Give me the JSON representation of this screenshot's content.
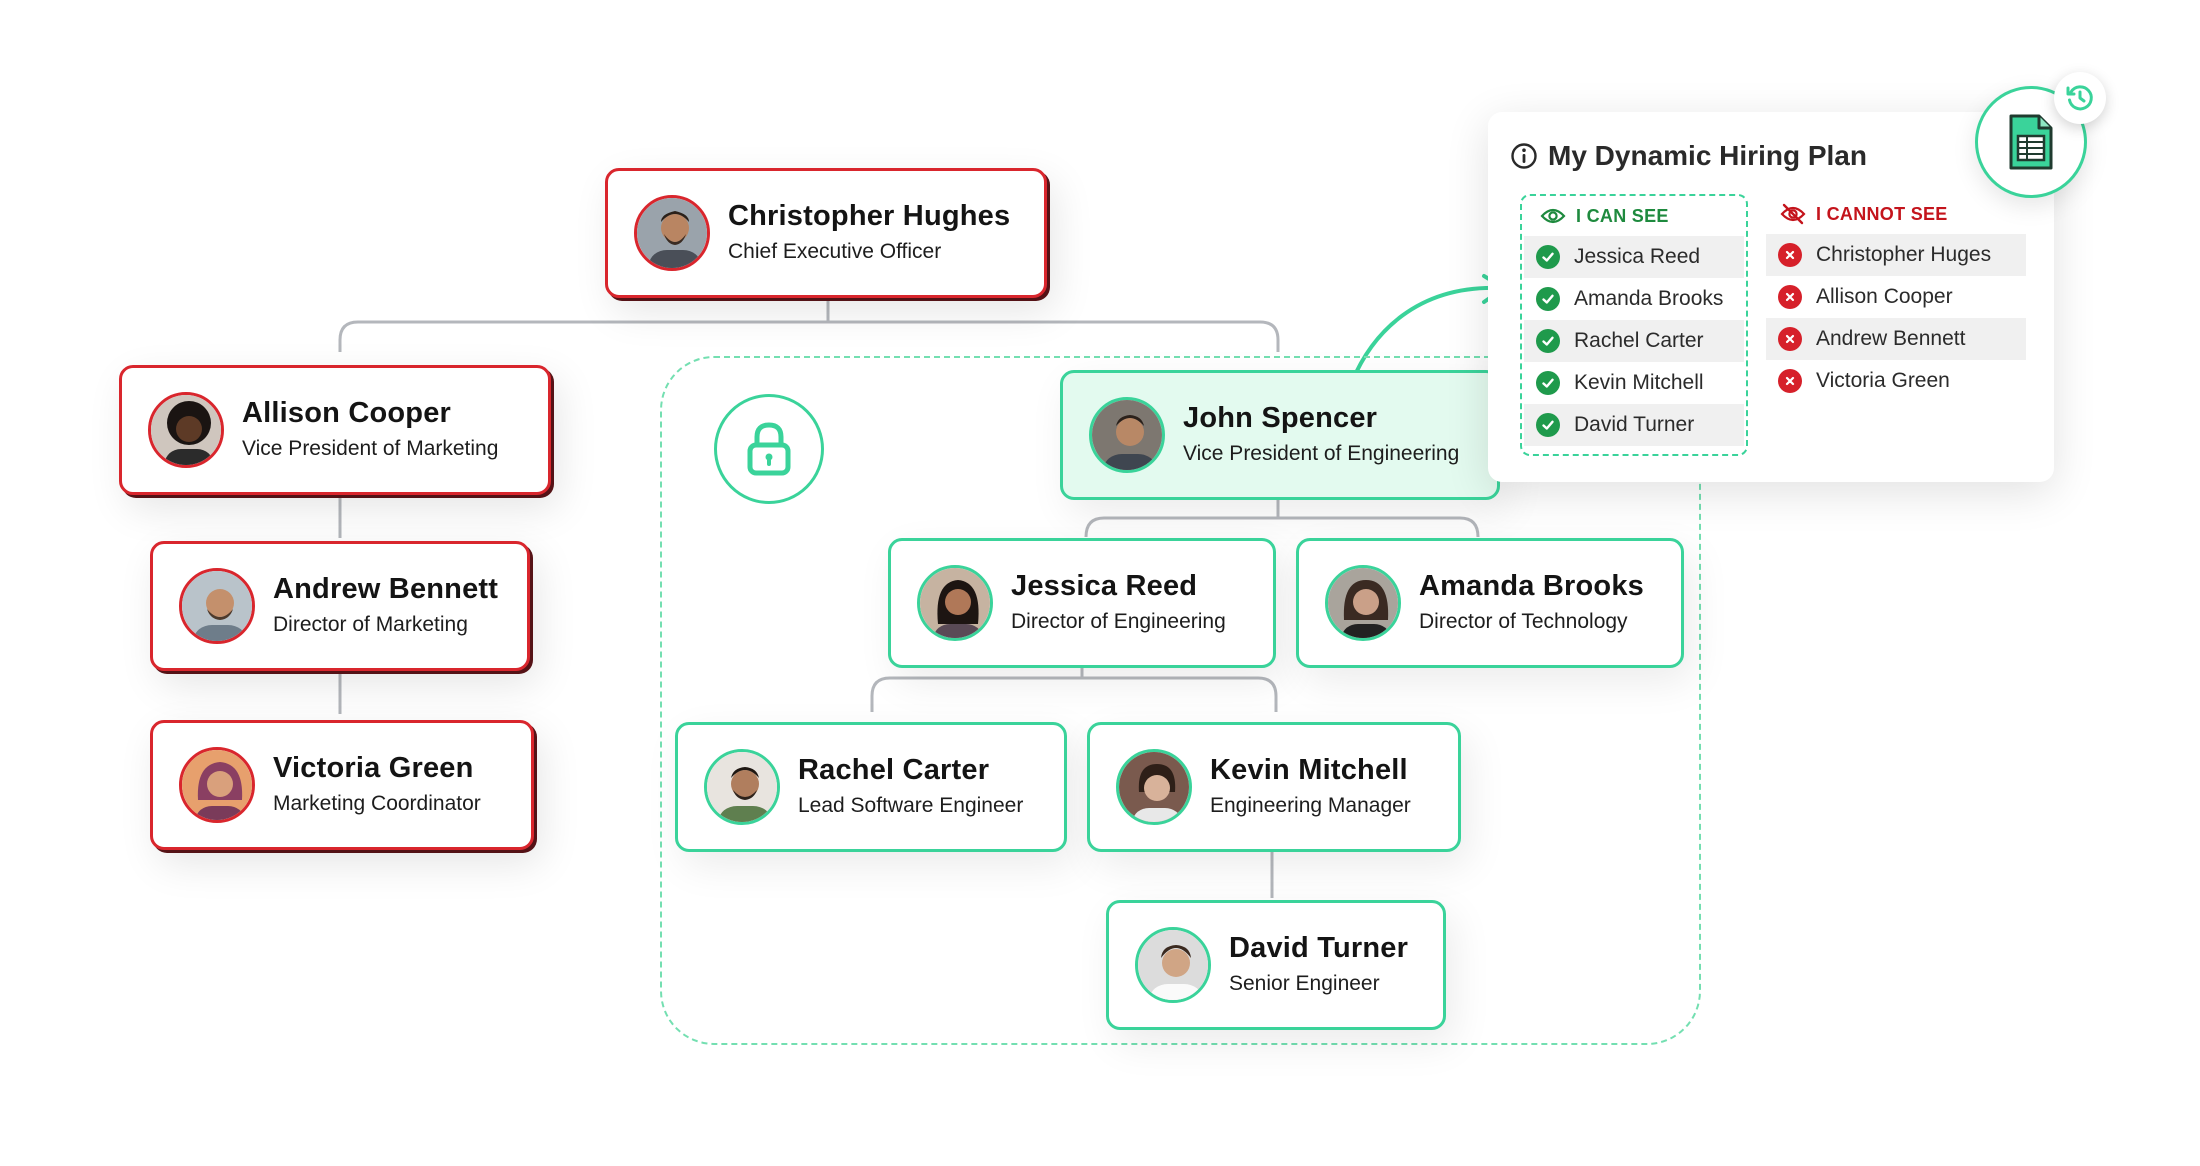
{
  "org": {
    "ceo": {
      "name": "Christopher Hughes",
      "role": "Chief Executive Officer"
    },
    "vp_marketing": {
      "name": "Allison Cooper",
      "role": "Vice President of Marketing"
    },
    "dir_marketing": {
      "name": "Andrew Bennett",
      "role": "Director of Marketing"
    },
    "marketing_coord": {
      "name": "Victoria Green",
      "role": "Marketing Coordinator"
    },
    "vp_engineering": {
      "name": "John Spencer",
      "role": "Vice President of Engineering"
    },
    "dir_engineering": {
      "name": "Jessica Reed",
      "role": "Director of Engineering"
    },
    "dir_technology": {
      "name": "Amanda Brooks",
      "role": "Director of Technology"
    },
    "lead_engineer": {
      "name": "Rachel Carter",
      "role": "Lead Software Engineer"
    },
    "eng_manager": {
      "name": "Kevin Mitchell",
      "role": "Engineering Manager"
    },
    "senior_engineer": {
      "name": "David Turner",
      "role": "Senior Engineer"
    }
  },
  "panel": {
    "title": "My Dynamic Hiring Plan",
    "can_see_label": "I CAN SEE",
    "cannot_see_label": "I CANNOT SEE",
    "can_see": [
      "Jessica Reed",
      "Amanda Brooks",
      "Rachel Carter",
      "Kevin Mitchell",
      "David Turner"
    ],
    "cannot_see": [
      "Christopher Huges",
      "Allison Cooper",
      "Andrew Bennett",
      "Victoria Green"
    ]
  },
  "colors": {
    "restricted": "#d9262d",
    "visible": "#3ad39a",
    "highlight_bg": "#e3faef",
    "ok": "#1f9a4c",
    "no": "#d6202a"
  },
  "icons": {
    "zone": "lock-icon",
    "panel_title": "info-icon",
    "can_see": "eye-icon",
    "cannot_see": "eye-off-icon",
    "ok": "check-icon",
    "no": "x-icon",
    "sheet": "spreadsheet-icon",
    "history": "history-icon"
  }
}
